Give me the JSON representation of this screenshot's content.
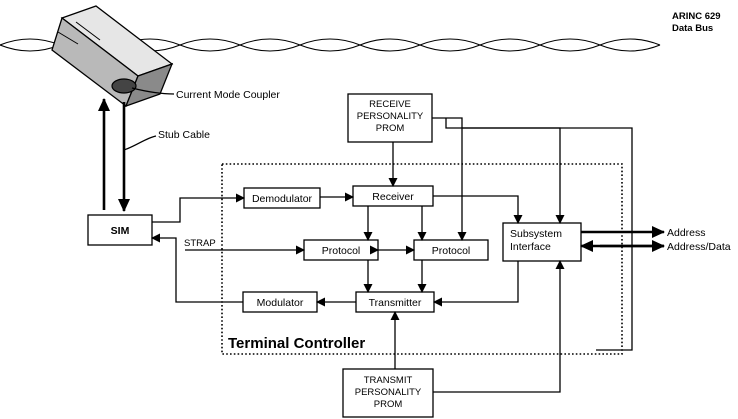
{
  "bus": {
    "label_line1": "ARINC 629",
    "label_line2": "Data Bus"
  },
  "coupler": {
    "label": "Current Mode Coupler"
  },
  "stub": {
    "label": "Stub Cable"
  },
  "sim": {
    "label": "SIM"
  },
  "strap": {
    "label": "STRAP"
  },
  "receive_prom": {
    "line1": "RECEIVE",
    "line2": "PERSONALITY",
    "line3": "PROM"
  },
  "transmit_prom": {
    "line1": "TRANSMIT",
    "line2": "PERSONALITY",
    "line3": "PROM"
  },
  "blocks": {
    "demodulator": "Demodulator",
    "receiver": "Receiver",
    "protocol_left": "Protocol",
    "protocol_right": "Protocol",
    "modulator": "Modulator",
    "transmitter": "Transmitter",
    "subsystem_line1": "Subsystem",
    "subsystem_line2": "Interface"
  },
  "terminal": {
    "label": "Terminal Controller"
  },
  "outputs": {
    "address": "Address",
    "address_data": "Address/Data"
  }
}
